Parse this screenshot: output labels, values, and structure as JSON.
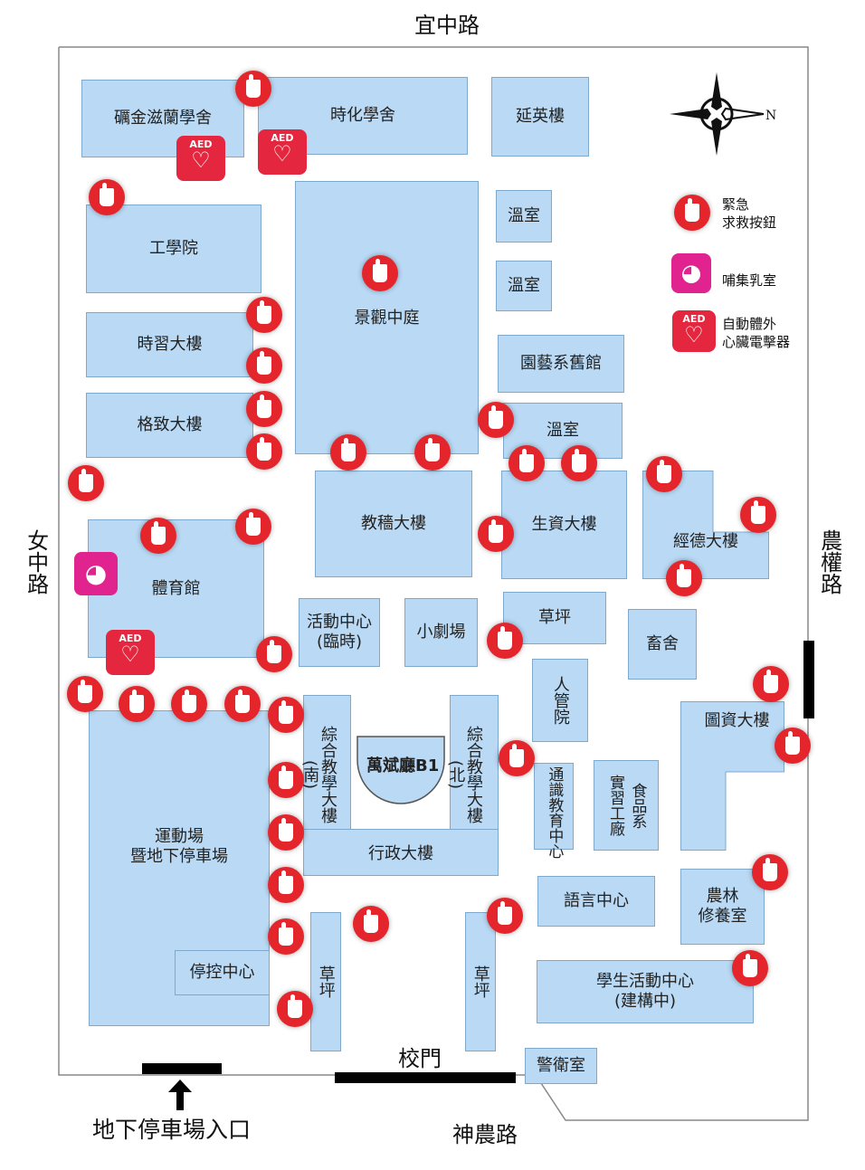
{
  "roads": {
    "north": "宜中路",
    "west": "女中路",
    "east": "農權路",
    "south": "神農路"
  },
  "gate": "校門",
  "parking_entrance": "地下停車場入口",
  "compass": {
    "north_letter": "N"
  },
  "legend": {
    "emergency": "緊急\n求救按鈕",
    "nursing": "哺集乳室",
    "aed": "自動體外\n心臟電擊器",
    "aed_badge": "AED"
  },
  "buildings": {
    "b1": "礪金滋蘭學舍",
    "b2": "時化學舍",
    "b3": "延英樓",
    "b4": "工學院",
    "b5": "溫室",
    "b6": "溫室",
    "b7": "景觀中庭",
    "b8": "時習大樓",
    "b9": "園藝系舊館",
    "b10": "格致大樓",
    "b11": "溫室",
    "b12": "教穡大樓",
    "b13": "生資大樓",
    "b14": "經德大樓",
    "b15": "體育館",
    "b16": "活動中心\n(臨時)",
    "b17": "小劇場",
    "b18": "草坪",
    "b19": "畜舍",
    "b20": "人管院",
    "b21": "綜合教學大樓(南)",
    "b22": "萬斌廳B1",
    "b23": "綜合教學大樓(北)",
    "b24": "圖資大樓",
    "b25": "運動場\n暨地下停車場",
    "b26": "通識教育中心",
    "b27": "實習工廠",
    "b28": "食品系",
    "b29": "行政大樓",
    "b30": "語言中心",
    "b31": "農林\n修養室",
    "b32": "停控中心",
    "b33": "草坪",
    "b34": "草坪",
    "b35": "學生活動中心\n(建構中)",
    "b36": "警衛室"
  },
  "colors": {
    "building_fill": "#b9d9f4",
    "emergency_red": "#e4262c",
    "aed_red": "#e4263e",
    "nursing_pink": "#e0238f"
  }
}
